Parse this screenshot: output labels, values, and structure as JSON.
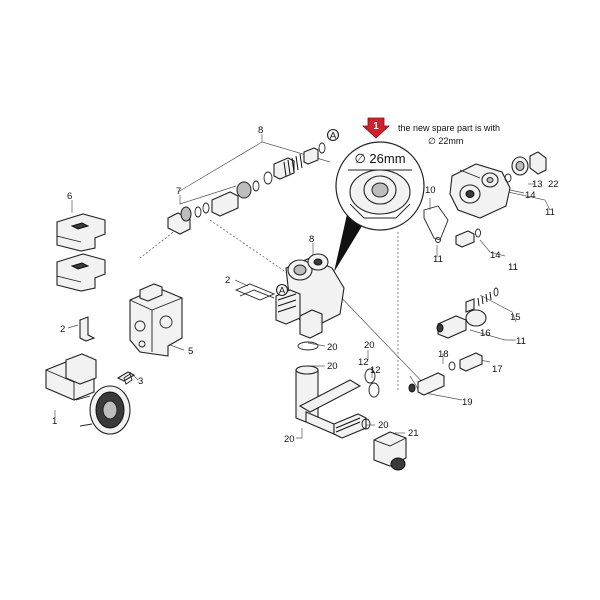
{
  "note": {
    "badge": "1",
    "line1": "the new spare part is with",
    "line2": "∅ 22mm"
  },
  "detail": {
    "diameter": "∅ 26mm"
  },
  "reference_mark": "A",
  "callouts": {
    "c1": "1",
    "c2a": "2",
    "c2b": "2",
    "c3": "3",
    "c5": "5",
    "c6": "6",
    "c7": "7",
    "c8a": "8",
    "c8b": "8",
    "c10": "10",
    "c11a": "11",
    "c11b": "11",
    "c11c": "11",
    "c11d": "11",
    "c12a": "12",
    "c12b": "12",
    "c13": "13",
    "c14a": "14",
    "c14b": "14",
    "c15": "15",
    "c16": "16",
    "c17": "17",
    "c18": "18",
    "c19": "19",
    "c20a": "20",
    "c20b": "20",
    "c20c": "20",
    "c20d": "20",
    "c20e": "20",
    "c21": "21",
    "c22": "22"
  }
}
